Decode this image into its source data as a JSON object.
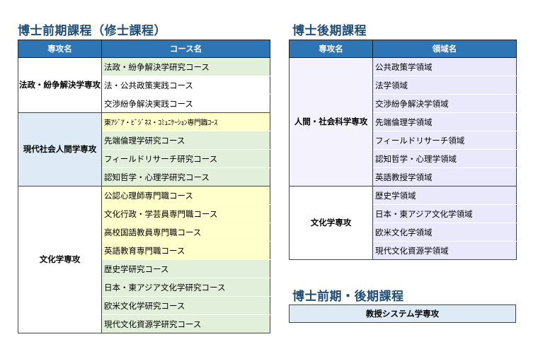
{
  "master": {
    "title": "博士前期課程（修士課程）",
    "col_major": "専攻名",
    "col_course": "コース名",
    "groups": [
      {
        "major": "法政・紛争解決学専攻",
        "courses": [
          "法政・紛争解決学研究コース",
          "法・公共政策実践コース",
          "交渉紛争解決実践コース"
        ]
      },
      {
        "major": "現代社会人間学専攻",
        "courses": [
          "東ｱｼﾞｱ・ﾋﾞｼﾞﾈｽ・ｺﾐｭﾆｹｰｼｮﾝ専門職ｺｰｽ",
          "先端倫理学研究コース",
          "フィールドリサーチ研究コース",
          "認知哲学・心理学研究コース",
          "公認心理師専門職コース"
        ]
      },
      {
        "major": "文化学専攻",
        "courses": [
          "文化行政・学芸員専門職コース",
          "高校国語教員専門職コース",
          "英語教育専門職コース",
          "歴史学研究コース",
          "日本・東アジア文化学研究コース",
          "欧米文化学研究コース",
          "現代文化資源学研究コース"
        ]
      }
    ]
  },
  "doctoral": {
    "title": "博士後期課程",
    "col_major": "専攻名",
    "col_field": "領域名",
    "groups": [
      {
        "major": "人間・社会科学専攻",
        "fields": [
          "公共政策学領域",
          "法学領域",
          "交渉紛争解決学領域",
          "先端倫理学領域",
          "フィールドリサーチ領域",
          "認知哲学・心理学領域",
          "英語教授学領域"
        ]
      },
      {
        "major": "文化学専攻",
        "fields": [
          "歴史学領域",
          "日本・東アジア文化学領域",
          "欧米文化学領域",
          "現代文化資源学領域"
        ]
      }
    ]
  },
  "combined": {
    "title": "博士前期・後期課程",
    "major": "教授システム学専攻"
  },
  "colors": {
    "header_bg": "#2e75b6",
    "title_text": "#1f4e79",
    "green_cell": "#e2efda",
    "yellow_cell": "#ffffcc",
    "blue_group": "#deebf7",
    "lavender_cell": "#eae9fb"
  }
}
